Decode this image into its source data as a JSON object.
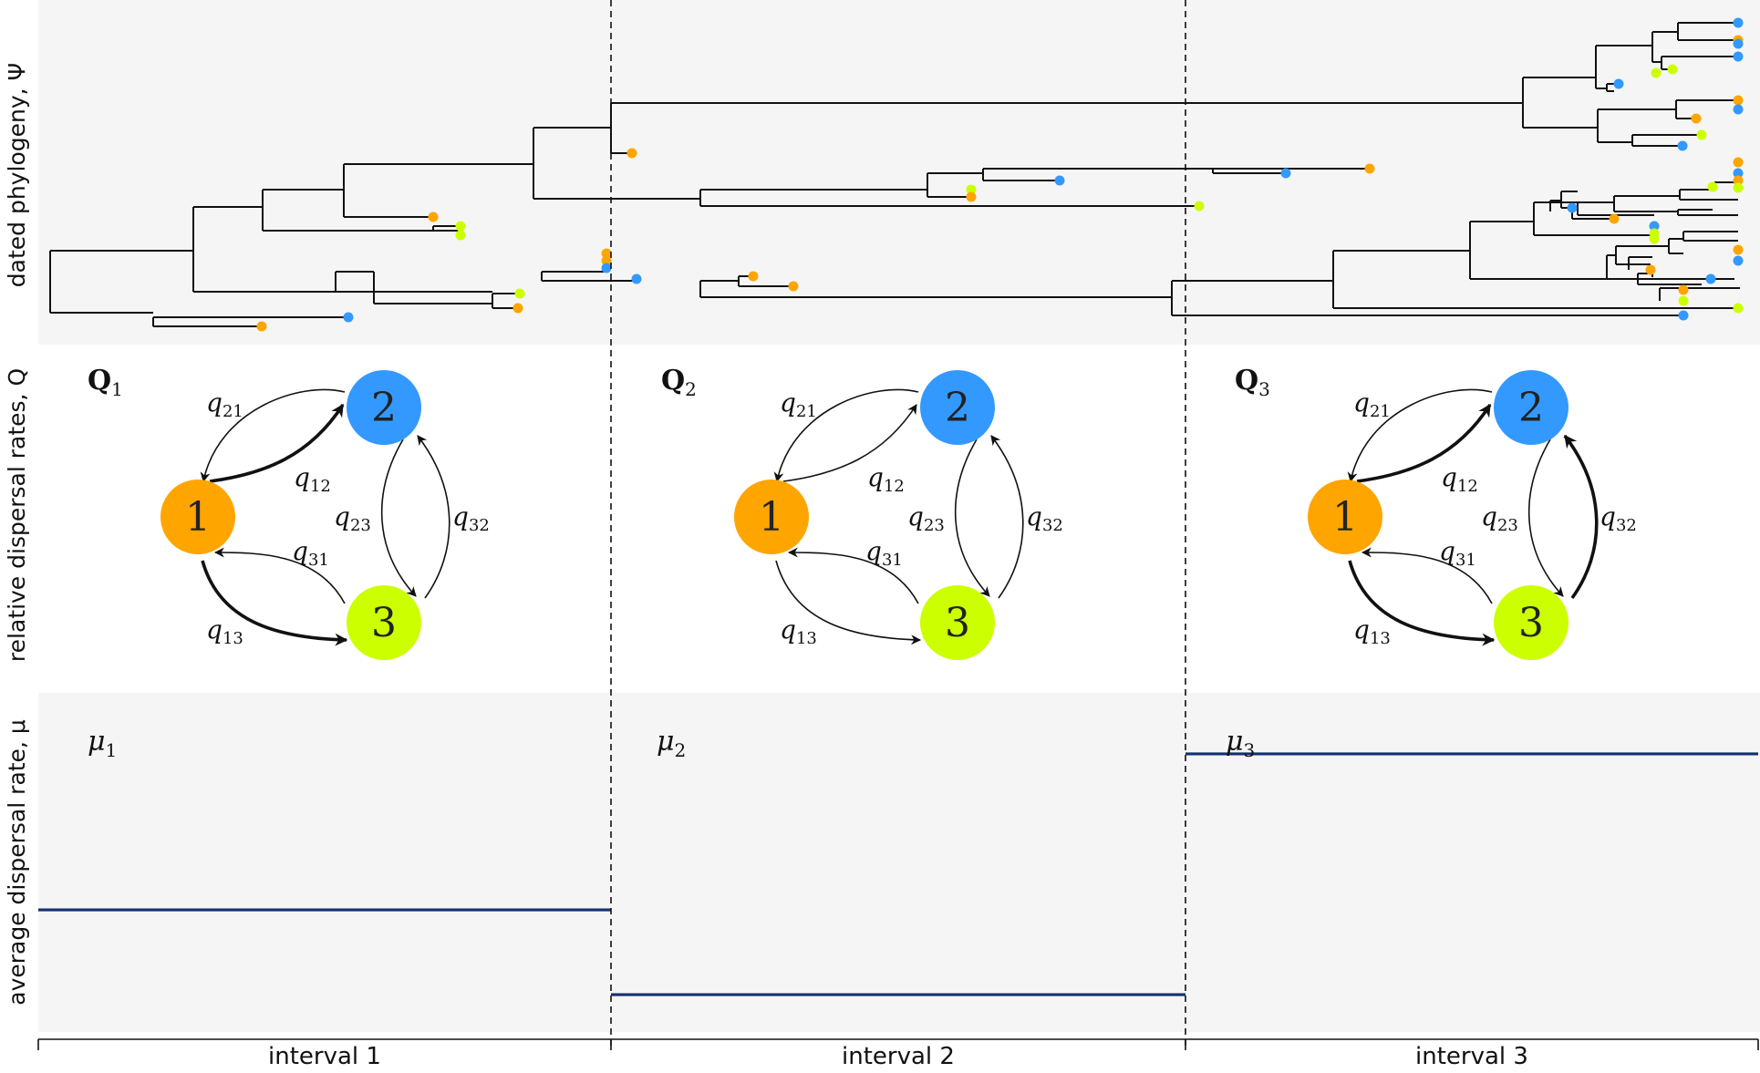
{
  "panels": {
    "phylogeny_label": "dated phylogeny, Ψ",
    "rates_label": "relative dispersal rates, Q",
    "average_label": "average dispersal rate, μ"
  },
  "intervals": [
    "interval 1",
    "interval 2",
    "interval 3"
  ],
  "matrices": [
    {
      "label": "Q",
      "sub": "1"
    },
    {
      "label": "Q",
      "sub": "2"
    },
    {
      "label": "Q",
      "sub": "3"
    }
  ],
  "mu_labels": [
    {
      "label": "μ",
      "sub": "1"
    },
    {
      "label": "μ",
      "sub": "2"
    },
    {
      "label": "μ",
      "sub": "3"
    }
  ],
  "states": [
    {
      "id": "1",
      "color": "#FFA500"
    },
    {
      "id": "2",
      "color": "#3399FF"
    },
    {
      "id": "3",
      "color": "#CCFF00"
    }
  ],
  "rate_names": {
    "q21": {
      "base": "q",
      "sub": "21"
    },
    "q12": {
      "base": "q",
      "sub": "12"
    },
    "q23": {
      "base": "q",
      "sub": "23"
    },
    "q32": {
      "base": "q",
      "sub": "32"
    },
    "q31": {
      "base": "q",
      "sub": "31"
    },
    "q13": {
      "base": "q",
      "sub": "13"
    }
  },
  "rate_emphasis": [
    {
      "q12": "strong",
      "q21": "weak",
      "q13": "strong",
      "q31": "weak",
      "q23": "weak",
      "q32": "weak"
    },
    {
      "q12": "weak",
      "q21": "weak",
      "q13": "weak",
      "q31": "weak",
      "q23": "weak",
      "q32": "weak"
    },
    {
      "q12": "strong",
      "q21": "weak",
      "q13": "strong",
      "q31": "weak",
      "q23": "weak",
      "q32": "strong"
    }
  ],
  "average_rate_relative": [
    0.36,
    0.11,
    0.82
  ],
  "colors": {
    "panel_bg": "#F5F5F5",
    "mu_line": "#14306E",
    "branch": "#111111"
  }
}
